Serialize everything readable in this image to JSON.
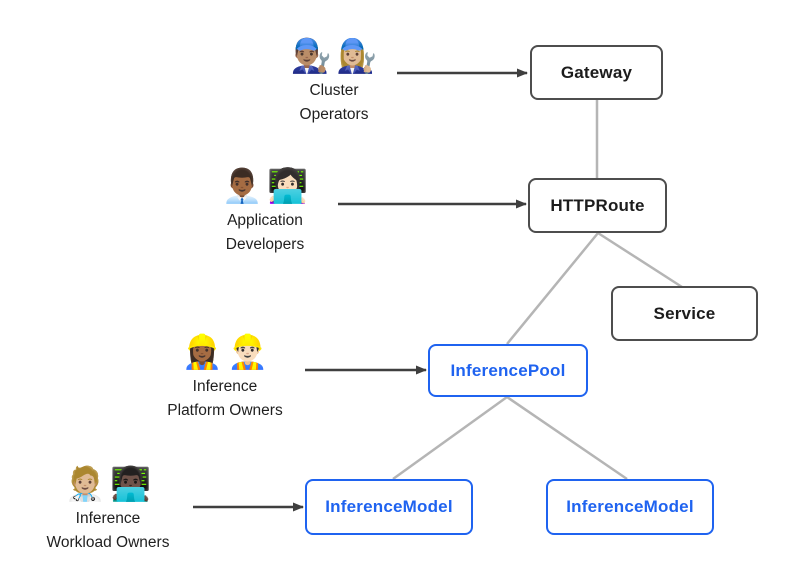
{
  "colors": {
    "background": "#ffffff",
    "dark_box_border": "#4d4d4d",
    "dark_box_text": "#1c1c1c",
    "blue_accent": "#1f63f0",
    "connector_gray": "#b5b5b5",
    "arrow_dark": "#3f3f3f"
  },
  "actors": [
    {
      "id": "cluster-operators",
      "emoji1": "👨🏽‍🔧",
      "emoji2": "👩🏼‍🔧",
      "line1": "Cluster",
      "line2": "Operators"
    },
    {
      "id": "application-developers",
      "emoji1": "👨🏾‍💼",
      "emoji2": "👩🏻‍💻",
      "line1": "Application",
      "line2": "Developers"
    },
    {
      "id": "inference-platform-owners",
      "emoji1": "👷🏾‍♀️",
      "emoji2": "👷🏻‍♂️",
      "line1": "Inference",
      "line2": "Platform Owners"
    },
    {
      "id": "inference-workload-owners",
      "emoji1": "🧑🏼‍⚕️",
      "emoji2": "👨🏿‍💻",
      "line1": "Inference",
      "line2": "Workload Owners"
    }
  ],
  "nodes": [
    {
      "id": "gateway",
      "label": "Gateway",
      "style": "dark"
    },
    {
      "id": "httproute",
      "label": "HTTPRoute",
      "style": "dark"
    },
    {
      "id": "service",
      "label": "Service",
      "style": "dark"
    },
    {
      "id": "inference-pool",
      "label": "InferencePool",
      "style": "blue"
    },
    {
      "id": "inference-model-1",
      "label": "InferenceModel",
      "style": "blue"
    },
    {
      "id": "inference-model-2",
      "label": "InferenceModel",
      "style": "blue"
    }
  ]
}
